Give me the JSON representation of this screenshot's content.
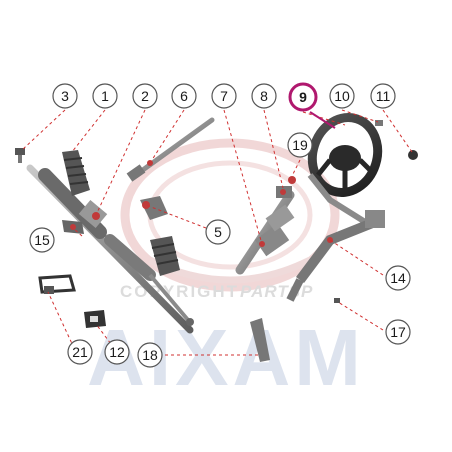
{
  "diagram": {
    "brand_watermark": "AIXAM",
    "copyright_watermark": "COPYRIGHT",
    "copyright_watermark_brand": "PARTSP",
    "callouts": [
      {
        "id": "c3",
        "label": "3",
        "highlight": false
      },
      {
        "id": "c1",
        "label": "1",
        "highlight": false
      },
      {
        "id": "c2",
        "label": "2",
        "highlight": false
      },
      {
        "id": "c6",
        "label": "6",
        "highlight": false
      },
      {
        "id": "c7",
        "label": "7",
        "highlight": false
      },
      {
        "id": "c8",
        "label": "8",
        "highlight": false
      },
      {
        "id": "c9",
        "label": "9",
        "highlight": true
      },
      {
        "id": "c10",
        "label": "10",
        "highlight": false
      },
      {
        "id": "c11",
        "label": "11",
        "highlight": false
      },
      {
        "id": "c19",
        "label": "19",
        "highlight": false
      },
      {
        "id": "c15",
        "label": "15",
        "highlight": false
      },
      {
        "id": "c5",
        "label": "5",
        "highlight": false
      },
      {
        "id": "c14",
        "label": "14",
        "highlight": false
      },
      {
        "id": "c17",
        "label": "17",
        "highlight": false
      },
      {
        "id": "c21",
        "label": "21",
        "highlight": false
      },
      {
        "id": "c12",
        "label": "12",
        "highlight": false
      },
      {
        "id": "c18",
        "label": "18",
        "highlight": false
      }
    ],
    "colors": {
      "leader_line": "#d03030",
      "highlight_ring": "#b0186e",
      "circle_stroke": "#555555",
      "parts_gray": "#8a8a8a",
      "watermark": "#dde3ee"
    }
  }
}
